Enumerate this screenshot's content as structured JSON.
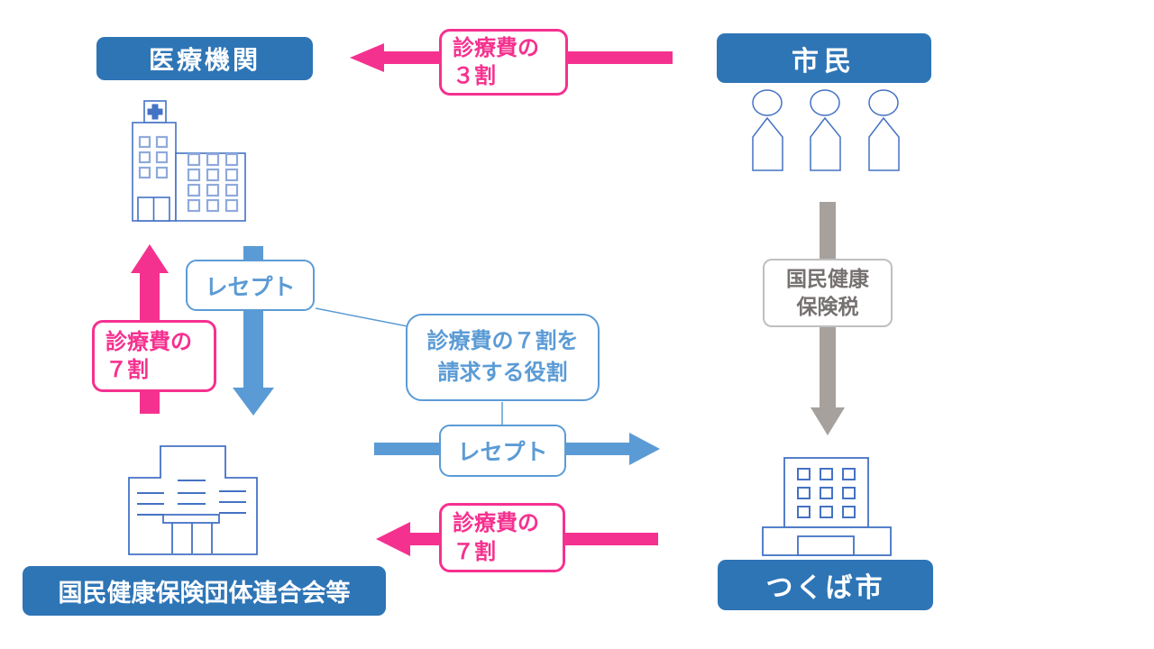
{
  "colors": {
    "box_blue": "#2E75B6",
    "pink": "#F5318F",
    "arrow_blue": "#5B9BD5",
    "icon_blue": "#4472C4",
    "icon_window_blue": "#8FAADC",
    "gray_arrow": "#A6A19C",
    "gray_text": "#767171",
    "gray_border": "#BFBFBF"
  },
  "nodes": {
    "medical_institution": {
      "label": "医療機関"
    },
    "citizens": {
      "label": "市民"
    },
    "tsukuba_city": {
      "label": "つくば市"
    },
    "federation": {
      "label": "国民健康保険団体連合会等"
    }
  },
  "labels": {
    "fee_30": {
      "line1": "診療費の",
      "line2": "３割"
    },
    "fee_70_left": {
      "line1": "診療費の",
      "line2": "７割"
    },
    "fee_70_bottom": {
      "line1": "診療費の",
      "line2": "７割"
    },
    "insurance_tax": {
      "line1": "国民健康",
      "line2": "保険税"
    },
    "receipt_upper": "レセプト",
    "receipt_lower": "レセプト",
    "annotation": {
      "line1": "診療費の７割を",
      "line2": "請求する役割"
    }
  },
  "icons": {
    "hospital": "hospital-icon",
    "citizens": "citizens-icon",
    "city_hall": "city-hall-icon",
    "federation_building": "federation-building-icon"
  }
}
